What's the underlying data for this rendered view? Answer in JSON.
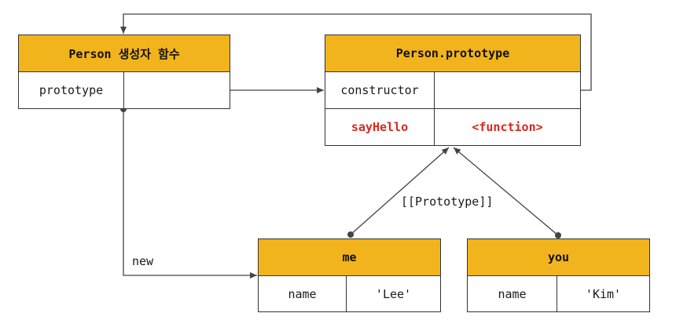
{
  "person_ctor": {
    "title": "Person 생성자 함수",
    "prop_key": "prototype"
  },
  "person_proto": {
    "title": "Person.prototype",
    "rows": [
      {
        "key": "constructor",
        "value": ""
      },
      {
        "key": "sayHello",
        "value": "<function>"
      }
    ]
  },
  "me": {
    "title": "me",
    "key": "name",
    "value": "'Lee'"
  },
  "you": {
    "title": "you",
    "key": "name",
    "value": "'Kim'"
  },
  "labels": {
    "new": "new",
    "prototype_link": "[[Prototype]]"
  },
  "colors": {
    "header": "#f2b41c",
    "highlight_text": "#d62a1e",
    "line": "#333333"
  }
}
